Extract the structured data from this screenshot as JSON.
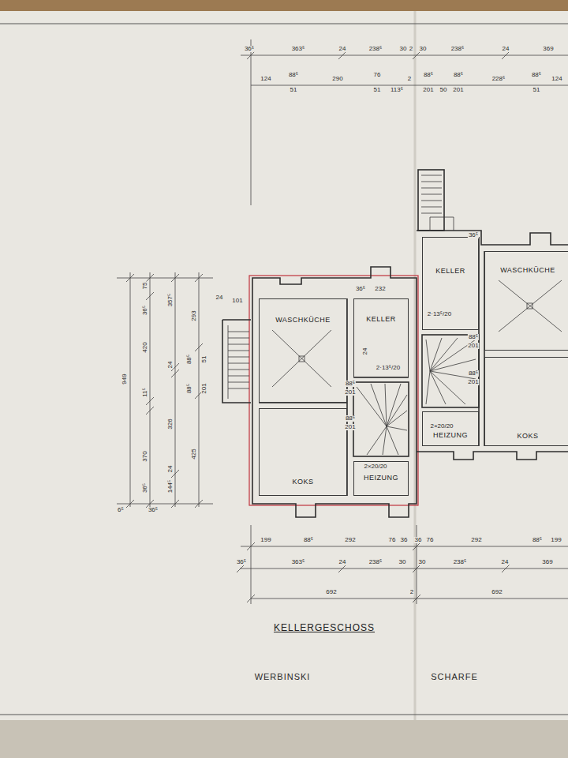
{
  "diagram": {
    "title": "KELLERGESCHOSS",
    "nodes": [
      {
        "text": [
          "WASCHKÜCHE"
        ]
      },
      {
        "text": [
          "KELLER"
        ]
      },
      {
        "text": [
          "KOKS"
        ]
      },
      {
        "text": [
          "HEIZUNG"
        ]
      },
      {
        "text": [
          "KELLER"
        ]
      },
      {
        "text": [
          "WASCHKÜCHE"
        ]
      },
      {
        "text": [
          "HEIZUNG"
        ]
      },
      {
        "text": [
          "KOKS"
        ]
      }
    ],
    "labels": [
      "36⁵",
      "363⁵",
      "24",
      "238⁵",
      "30",
      "2",
      "30",
      "238⁵",
      "24",
      "369",
      "124",
      "88⁵",
      "51",
      "290",
      "76",
      "51",
      "113⁵",
      "2",
      "88⁵",
      "201",
      "50",
      "88⁵",
      "201",
      "228⁵",
      "88⁵",
      "51",
      "124",
      "949",
      "75",
      "36⁵",
      "420",
      "11⁵",
      "370",
      "36⁵",
      "357⁵",
      "24",
      "326",
      "24",
      "144⁵",
      "293",
      "88⁵",
      "51",
      "88⁵",
      "201",
      "425",
      "6⁵",
      "36⁵",
      "24",
      "101",
      "36⁵",
      "232",
      "2·13⁵/20",
      "24",
      "88⁵",
      "201",
      "88⁵",
      "201",
      "2×20/20",
      "36⁵",
      "2·13⁵/20",
      "88⁵",
      "201",
      "88⁵",
      "201",
      "2×20/20",
      "199",
      "88⁵",
      "292",
      "76",
      "36",
      "36",
      "76",
      "292",
      "88⁵",
      "199",
      "36⁵",
      "363⁵",
      "24",
      "238⁵",
      "30",
      "30",
      "238⁵",
      "24",
      "369",
      "692",
      "2",
      "692",
      "WERBINSKI",
      "SCHARFE"
    ]
  }
}
